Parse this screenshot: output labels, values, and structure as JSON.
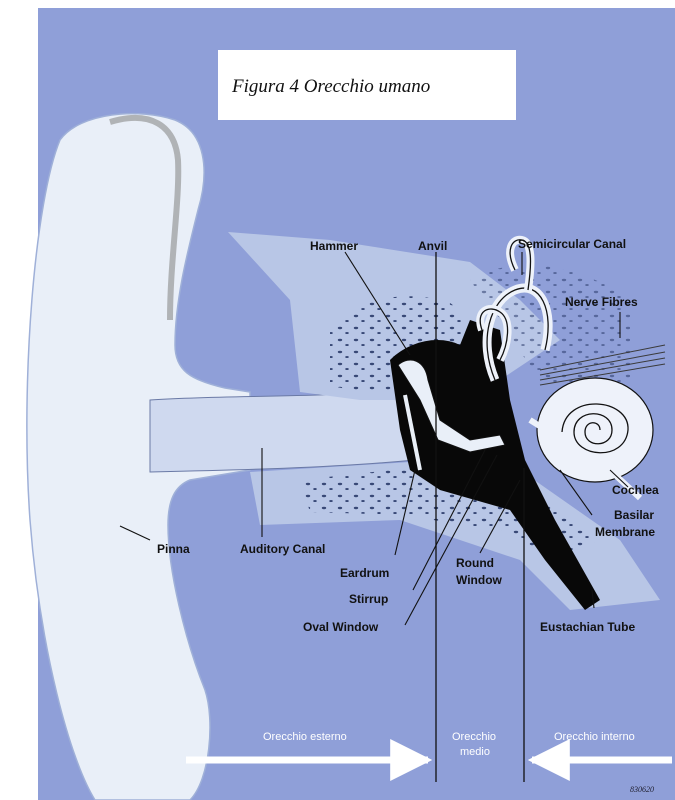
{
  "title": "Figura 4 Orecchio umano",
  "labels": {
    "hammer": "Hammer",
    "anvil": "Anvil",
    "semicircular_canal": "Semicircular Canal",
    "nerve_fibres": "Nerve Fibres",
    "cochlea": "Cochlea",
    "basilar": "Basilar",
    "membrane": "Membrane",
    "pinna": "Pinna",
    "auditory_canal": "Auditory Canal",
    "eardrum": "Eardrum",
    "round": "Round",
    "window": "Window",
    "stirrup": "Stirrup",
    "oval_window": "Oval Window",
    "eustachian_tube": "Eustachian Tube"
  },
  "zones": {
    "external": "Orecchio esterno",
    "middle_1": "Orecchio",
    "middle_2": "medio",
    "internal": "Orecchio interno"
  },
  "code": "830620",
  "colors": {
    "background": "#8f9fd8",
    "ear": "#e9eff8",
    "bone": "#b8c6e6",
    "cavity": "#080808"
  }
}
